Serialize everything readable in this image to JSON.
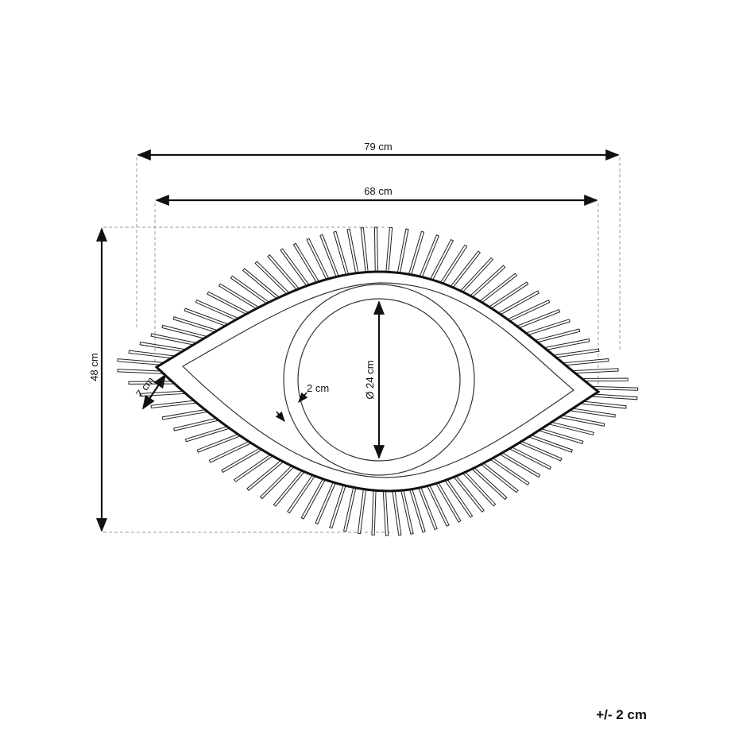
{
  "drawing": {
    "width_overall": "79 cm",
    "width_mirror": "68 cm",
    "height_overall": "48 cm",
    "fringe_length": "7 cm",
    "frame_width": "2 cm",
    "mirror_diameter": "Ø 24 cm"
  },
  "tolerance": "+/- 2 cm",
  "colors": {
    "line": "#111111",
    "guide": "#9a9a9a",
    "background": "#ffffff"
  }
}
